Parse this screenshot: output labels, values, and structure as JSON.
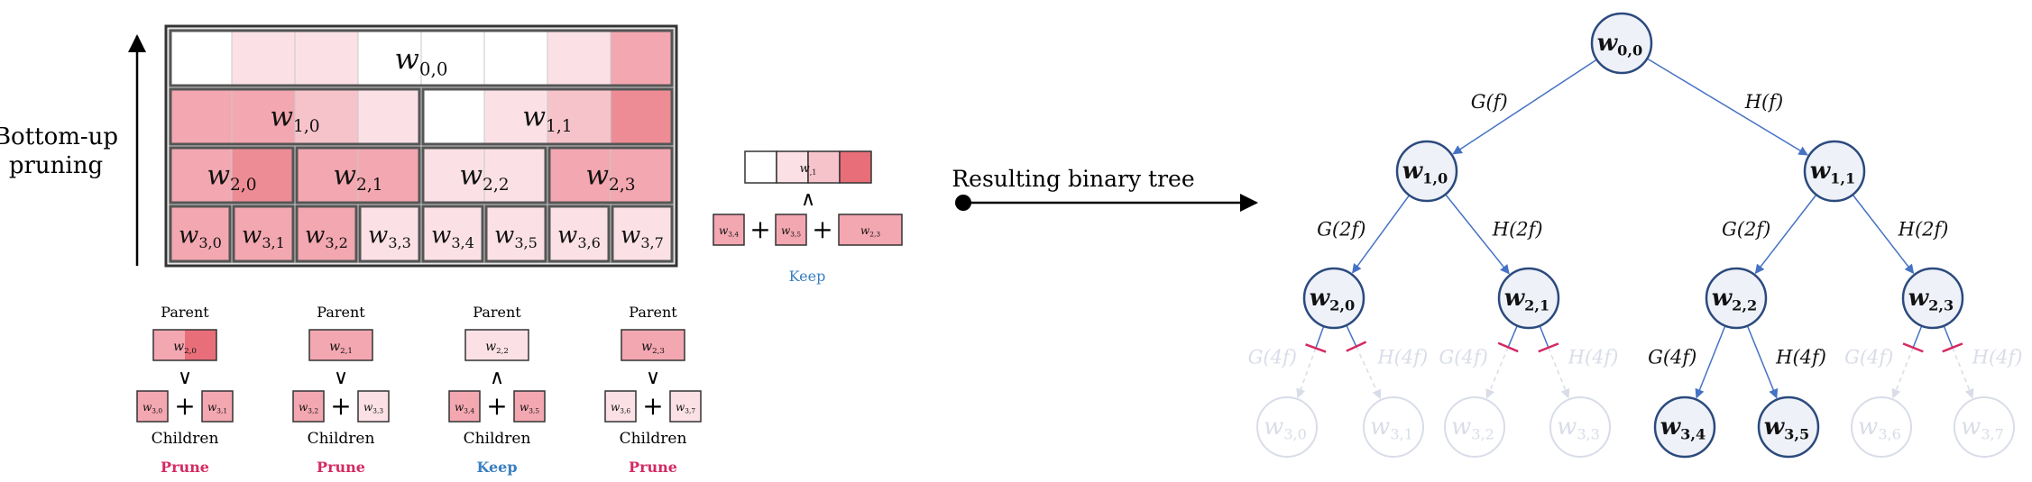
{
  "colors": {
    "white": "#ffffff",
    "pink_1": "#fbe1e6",
    "pink_2": "#f7c3cb",
    "pink_3": "#f3a7b0",
    "pink_4": "#ee8c95",
    "pink_5": "#e86f79",
    "prune": "#d42a62",
    "keep": "#3a7fc0",
    "node_fill": "#eef1f8",
    "node_stroke": "#2b4a7d",
    "edge": "#4472c4",
    "faded": "#d8dde8"
  },
  "pruning": {
    "axis_label_line1": "Bottom-up",
    "axis_label_line2": "pruning",
    "rows": [
      {
        "label": "w0,0",
        "sub": "0,0"
      },
      {
        "labels": [
          {
            "main": "w",
            "sub": "1,0"
          },
          {
            "main": "w",
            "sub": "1,1"
          }
        ]
      },
      {
        "labels": [
          {
            "main": "w",
            "sub": "2,0"
          },
          {
            "main": "w",
            "sub": "2,1"
          },
          {
            "main": "w",
            "sub": "2,2"
          },
          {
            "main": "w",
            "sub": "2,3"
          }
        ]
      },
      {
        "labels": [
          {
            "main": "w",
            "sub": "3,0"
          },
          {
            "main": "w",
            "sub": "3,1"
          },
          {
            "main": "w",
            "sub": "3,2"
          },
          {
            "main": "w",
            "sub": "3,3"
          },
          {
            "main": "w",
            "sub": "3,4"
          },
          {
            "main": "w",
            "sub": "3,5"
          },
          {
            "main": "w",
            "sub": "3,6"
          },
          {
            "main": "w",
            "sub": "3,7"
          }
        ]
      }
    ],
    "cell_levels": [
      [
        0,
        1,
        1,
        0,
        0,
        0,
        1,
        3
      ],
      [
        3,
        3,
        2,
        1,
        0,
        1,
        2,
        4
      ],
      [
        3,
        4,
        3,
        3,
        1,
        1,
        3,
        3
      ],
      [
        3,
        3,
        3,
        1,
        1,
        1,
        1,
        1
      ]
    ],
    "comparisons": [
      {
        "parent_label": "Parent",
        "parent": "w2,0",
        "parent_sub": "2,0",
        "op": "∨",
        "left": "w3,0",
        "left_sub": "3,0",
        "right": "w3,1",
        "right_sub": "3,1",
        "children_label": "Children",
        "verdict": "Prune",
        "verdict_kind": "prune",
        "parent_levels": [
          3,
          5
        ],
        "left_levels": [
          3
        ],
        "right_levels": [
          3
        ]
      },
      {
        "parent_label": "Parent",
        "parent": "w2,1",
        "parent_sub": "2,1",
        "op": "∨",
        "left": "w3,2",
        "left_sub": "3,2",
        "right": "w3,3",
        "right_sub": "3,3",
        "children_label": "Children",
        "verdict": "Prune",
        "verdict_kind": "prune",
        "parent_levels": [
          3,
          3
        ],
        "left_levels": [
          3
        ],
        "right_levels": [
          1
        ]
      },
      {
        "parent_label": "Parent",
        "parent": "w2,2",
        "parent_sub": "2,2",
        "op": "∧",
        "left": "w3,4",
        "left_sub": "3,4",
        "right": "w3,5",
        "right_sub": "3,5",
        "children_label": "Children",
        "verdict": "Keep",
        "verdict_kind": "keep",
        "parent_levels": [
          1,
          1
        ],
        "left_levels": [
          3
        ],
        "right_levels": [
          3
        ]
      },
      {
        "parent_label": "Parent",
        "parent": "w2,3",
        "parent_sub": "2,3",
        "op": "∨",
        "left": "w3,6",
        "left_sub": "3,6",
        "right": "w3,7",
        "right_sub": "3,7",
        "children_label": "Children",
        "verdict": "Prune",
        "verdict_kind": "prune",
        "parent_levels": [
          3,
          3
        ],
        "left_levels": [
          1
        ],
        "right_levels": [
          1
        ]
      }
    ],
    "upper": {
      "parent": "w1,1",
      "parent_sub": ",1",
      "op": "∧",
      "children": [
        {
          "main": "w",
          "sub": "3,4"
        },
        {
          "main": "w",
          "sub": "3,5"
        },
        {
          "main": "w",
          "sub": "2,3"
        }
      ],
      "plus": "+",
      "verdict": "Keep",
      "parent_levels": [
        0,
        1,
        2,
        5
      ],
      "child_levels": [
        [
          3
        ],
        [
          3
        ],
        [
          3,
          3
        ]
      ]
    }
  },
  "arrow_label": "Resulting binary tree",
  "tree": {
    "nodes": [
      {
        "id": "n00",
        "main": "w",
        "sub": "0,0",
        "faded": false
      },
      {
        "id": "n10",
        "main": "w",
        "sub": "1,0",
        "faded": false
      },
      {
        "id": "n11",
        "main": "w",
        "sub": "1,1",
        "faded": false
      },
      {
        "id": "n20",
        "main": "w",
        "sub": "2,0",
        "faded": false
      },
      {
        "id": "n21",
        "main": "w",
        "sub": "2,1",
        "faded": false
      },
      {
        "id": "n22",
        "main": "w",
        "sub": "2,2",
        "faded": false
      },
      {
        "id": "n23",
        "main": "w",
        "sub": "2,3",
        "faded": false
      },
      {
        "id": "n30",
        "main": "w",
        "sub": "3,0",
        "faded": true
      },
      {
        "id": "n31",
        "main": "w",
        "sub": "3,1",
        "faded": true
      },
      {
        "id": "n32",
        "main": "w",
        "sub": "3,2",
        "faded": true
      },
      {
        "id": "n33",
        "main": "w",
        "sub": "3,3",
        "faded": true
      },
      {
        "id": "n34",
        "main": "w",
        "sub": "3,4",
        "faded": false
      },
      {
        "id": "n35",
        "main": "w",
        "sub": "3,5",
        "faded": false
      },
      {
        "id": "n36",
        "main": "w",
        "sub": "3,6",
        "faded": true
      },
      {
        "id": "n37",
        "main": "w",
        "sub": "3,7",
        "faded": true
      }
    ],
    "edges": [
      {
        "from": "n00",
        "to": "n10",
        "label": "G(f)",
        "faded": false,
        "cut": false
      },
      {
        "from": "n00",
        "to": "n11",
        "label": "H(f)",
        "faded": false,
        "cut": false
      },
      {
        "from": "n10",
        "to": "n20",
        "label": "G(2f)",
        "faded": false,
        "cut": false
      },
      {
        "from": "n10",
        "to": "n21",
        "label": "H(2f)",
        "faded": false,
        "cut": false
      },
      {
        "from": "n11",
        "to": "n22",
        "label": "G(2f)",
        "faded": false,
        "cut": false
      },
      {
        "from": "n11",
        "to": "n23",
        "label": "H(2f)",
        "faded": false,
        "cut": false
      },
      {
        "from": "n20",
        "to": "n30",
        "label": "G(4f)",
        "faded": true,
        "cut": true
      },
      {
        "from": "n20",
        "to": "n31",
        "label": "H(4f)",
        "faded": true,
        "cut": true
      },
      {
        "from": "n21",
        "to": "n32",
        "label": "G(4f)",
        "faded": true,
        "cut": true
      },
      {
        "from": "n21",
        "to": "n33",
        "label": "H(4f)",
        "faded": true,
        "cut": true
      },
      {
        "from": "n22",
        "to": "n34",
        "label": "G(4f)",
        "faded": false,
        "cut": false
      },
      {
        "from": "n22",
        "to": "n35",
        "label": "H(4f)",
        "faded": false,
        "cut": false
      },
      {
        "from": "n23",
        "to": "n36",
        "label": "G(4f)",
        "faded": true,
        "cut": true
      },
      {
        "from": "n23",
        "to": "n37",
        "label": "H(4f)",
        "faded": true,
        "cut": true
      }
    ]
  }
}
